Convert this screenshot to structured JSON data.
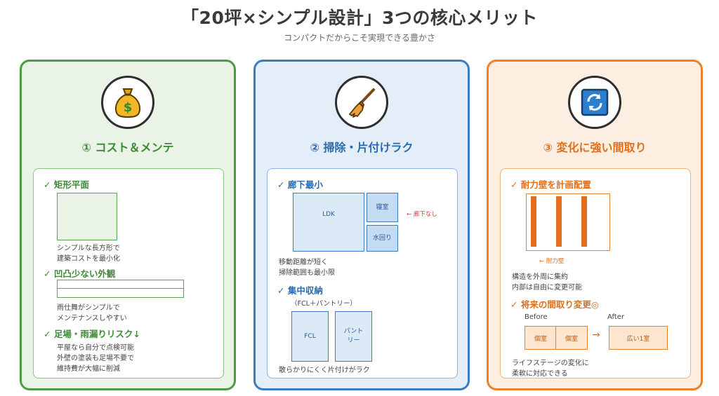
{
  "header": {
    "title": "「20坪×シンプル設計」3つの核心メリット",
    "subtitle": "コンパクトだからこそ実現できる豊かさ"
  },
  "colors": {
    "green": "#4e9a47",
    "blue": "#3a7cc3",
    "orange": "#e8822d",
    "red_note": "#d9383a"
  },
  "cards": [
    {
      "icon": "money-bag-icon",
      "title": "① コスト＆メンテ",
      "items": [
        {
          "heading": "✓ 矩形平面",
          "desc": [
            "シンプルな長方形で",
            "建築コストを最小化"
          ]
        },
        {
          "heading": "✓ 凹凸少ない外観",
          "desc": [
            "雨仕舞がシンプルで",
            "メンテナンスしやすい"
          ]
        },
        {
          "heading": "✓ 足場・雨漏りリスク↓",
          "desc": [
            "平屋なら自分で点検可能",
            "外壁の塗装も足場不要で",
            "維持費が大幅に削減"
          ]
        }
      ]
    },
    {
      "icon": "broom-icon",
      "title": "② 掃除・片付けラク",
      "items": [
        {
          "heading": "✓ 廊下最小",
          "desc": [
            "移動距離が短く",
            "掃除範囲も最小限"
          ]
        },
        {
          "heading": "✓ 集中収納",
          "sub": "（FCL＋パントリー）",
          "desc": [
            "散らかりにくく片付けがラク"
          ]
        }
      ],
      "floorplan": {
        "ldk": "LDK",
        "bedroom": "寝室",
        "wet": "水回り",
        "note": "← 廊下なし"
      },
      "storage": {
        "fcl": "FCL",
        "pantry": "パント\nリー"
      }
    },
    {
      "icon": "refresh-icon",
      "title": "③ 変化に強い間取り",
      "items": [
        {
          "heading": "✓ 耐力壁を計画配置",
          "desc": [
            "構造を外周に集約",
            "内部は自由に変更可能"
          ]
        },
        {
          "heading": "✓ 将来の間取り変更◎",
          "desc": [
            "ライフステージの変化に",
            "柔軟に対応できる"
          ]
        }
      ],
      "walls_note": "← 耐力壁",
      "change": {
        "before": "Before",
        "after": "After",
        "room": "個室",
        "large": "広い1室",
        "arrow": "→"
      }
    }
  ]
}
